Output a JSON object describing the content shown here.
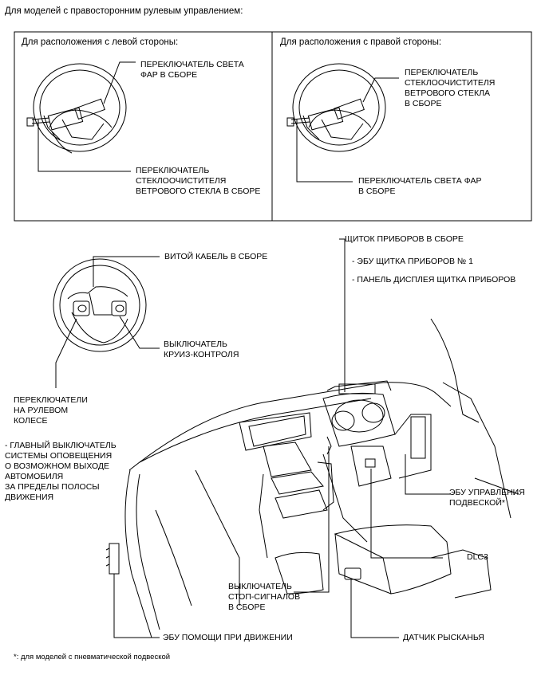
{
  "header": "Для моделей с правосторонним рулевым управлением:",
  "left_panel": {
    "title": "Для расположения с левой стороны:",
    "label_headlight": "ПЕРЕКЛЮЧАТЕЛЬ СВЕТА\nФАР В СБОРЕ",
    "label_wiper": "ПЕРЕКЛЮЧАТЕЛЬ\nСТЕКЛООЧИСТИТЕЛЯ\nВЕТРОВОГО СТЕКЛА В СБОРЕ"
  },
  "right_panel": {
    "title": "Для расположения с правой стороны:",
    "label_wiper": "ПЕРЕКЛЮЧАТЕЛЬ\nСТЕКЛООЧИСТИТЕЛЯ\nВЕТРОВОГО СТЕКЛА\nВ СБОРЕ",
    "label_headlight": "ПЕРЕКЛЮЧАТЕЛЬ СВЕТА ФАР\nВ СБОРЕ"
  },
  "labels": {
    "spiral_cable": "ВИТОЙ КАБЕЛЬ В СБОРЕ",
    "cruise_switch": "ВЫКЛЮЧАТЕЛЬ\nКРУИЗ-КОНТРОЛЯ",
    "steering_pad_switches": "ПЕРЕКЛЮЧАТЕЛИ\nНА РУЛЕВОМ\nКОЛЕСЕ",
    "lane_departure": "- ГЛАВНЫЙ ВЫКЛЮЧАТЕЛЬ\nСИСТЕМЫ ОПОВЕЩЕНИЯ\nО ВОЗМОЖНОМ ВЫХОДЕ\nАВТОМОБИЛЯ\nЗА ПРЕДЕЛЫ ПОЛОСЫ\nДВИЖЕНИЯ",
    "combination_meter": "ЩИТОК ПРИБОРОВ В СБОРЕ",
    "meter_ecu": "- ЭБУ ЩИТКА ПРИБОРОВ № 1",
    "meter_display": "- ПАНЕЛЬ ДИСПЛЕЯ ЩИТКА ПРИБОРОВ",
    "suspension_ecu": "ЭБУ УПРАВЛЕНИЯ\nПОДВЕСКОЙ*",
    "dlc3": "DLC3",
    "stop_lamp": "ВЫКЛЮЧАТЕЛЬ\nСТОП-СИГНАЛОВ\nВ СБОРЕ",
    "yaw_sensor": "ДАТЧИК РЫСКАНЬЯ",
    "driving_support_ecu": "ЭБУ ПОМОЩИ ПРИ ДВИЖЕНИИ"
  },
  "footnote": "*: для моделей с пневматической подвеской"
}
